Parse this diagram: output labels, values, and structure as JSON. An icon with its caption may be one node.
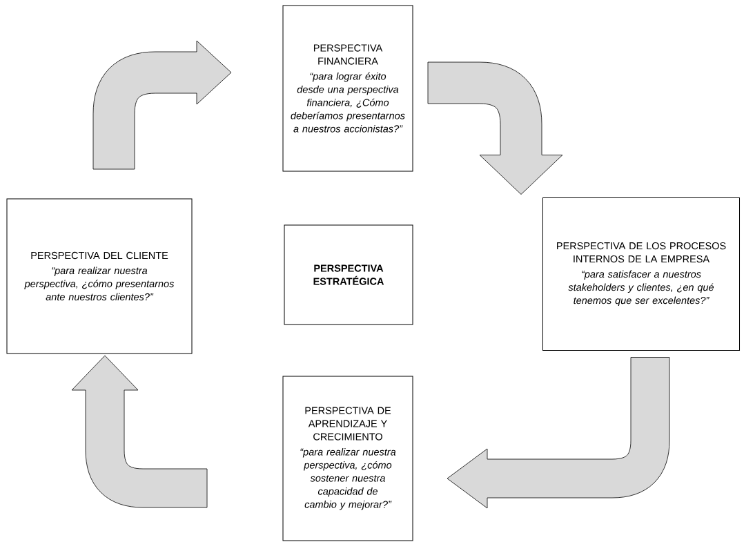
{
  "diagram": {
    "nodes": [
      {
        "text": [
          "PERSPECTIVA FINANCIERA",
          "“para lograr éxito desde una perspectiva financiera, ¿Cómo deberíamos presentarnos a nuestros accionistas?”"
        ]
      },
      {
        "text": [
          "PERSPECTIVA DEL CLIENTE",
          "“para realizar nuestra perspectiva, ¿cómo presentarnos ante nuestros clientes?”"
        ]
      },
      {
        "text": [
          "PERSPECTIVA ESTRATÉGICA"
        ]
      },
      {
        "text": [
          "PERSPECTIVA DE LOS PROCESOS INTERNOS DE LA EMPRESA",
          "“para satisfacer a nuestros stakeholders y clientes, ¿en qué tenemos que ser excelentes?”"
        ]
      },
      {
        "text": [
          "PERSPECTIVA DE APRENDIZAJE Y CRECIMIENTO",
          "“para realizar nuestra perspectiva, ¿cómo sostener nuestra capacidad de cambio y mejorar?”"
        ]
      }
    ],
    "edges": [
      {
        "from": 1,
        "to": 0,
        "arrow": "to"
      },
      {
        "from": 0,
        "to": 3,
        "arrow": "to"
      },
      {
        "from": 3,
        "to": 4,
        "arrow": "to"
      },
      {
        "from": 4,
        "to": 1,
        "arrow": "to"
      }
    ]
  }
}
